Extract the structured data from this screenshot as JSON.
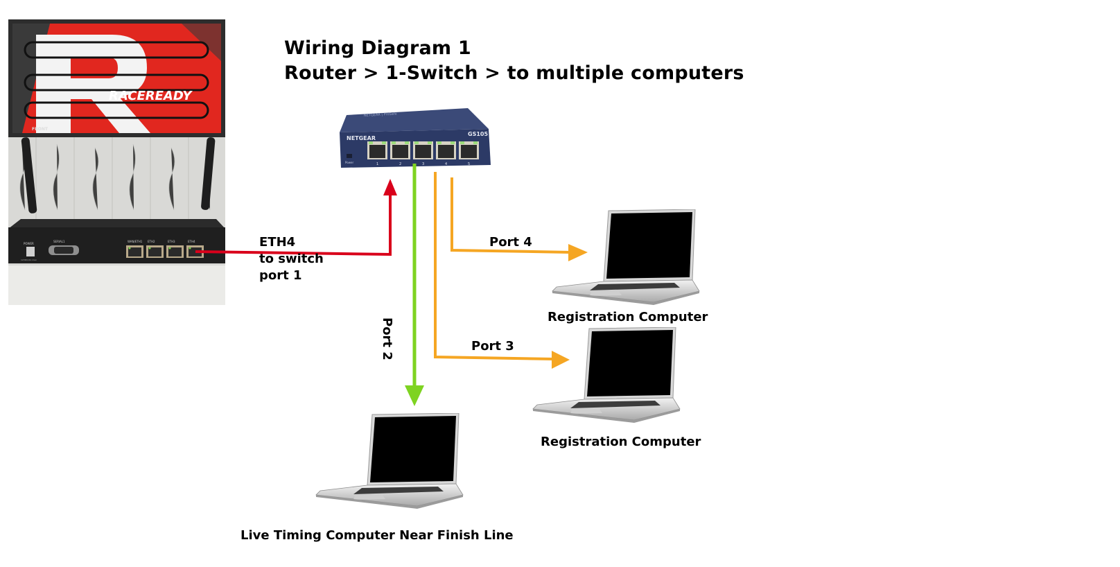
{
  "title": {
    "line1": "Wiring Diagram 1",
    "line2": "Router > 1-Switch > to multiple computers"
  },
  "router": {
    "brand_text": "RACEREADY",
    "front_label": "FRONT",
    "power_label": "POWER",
    "serial_label": "SERIAL1",
    "voltage_label": "12VDC/2A max",
    "ports": [
      "WAN/ETH1",
      "ETH2",
      "ETH3",
      "ETH4"
    ]
  },
  "switch": {
    "brand": "NETGEAR",
    "model": "GS105",
    "power_label": "Power",
    "port_numbers": [
      "1",
      "2",
      "3",
      "4",
      "5"
    ]
  },
  "connections": [
    {
      "id": "eth4",
      "label_lines": [
        "ETH4",
        "to switch",
        "port 1"
      ],
      "color": "#d9001b"
    },
    {
      "id": "port2",
      "label": "Port 2",
      "color": "#7ed321"
    },
    {
      "id": "port3",
      "label": "Port 3",
      "color": "#f5a623"
    },
    {
      "id": "port4",
      "label": "Port 4",
      "color": "#f5a623"
    }
  ],
  "computers": [
    {
      "id": "reg-top",
      "caption": "Registration Computer"
    },
    {
      "id": "reg-bottom",
      "caption": "Registration Computer"
    },
    {
      "id": "live-timing",
      "caption": "Live Timing Computer Near Finish Line"
    }
  ]
}
